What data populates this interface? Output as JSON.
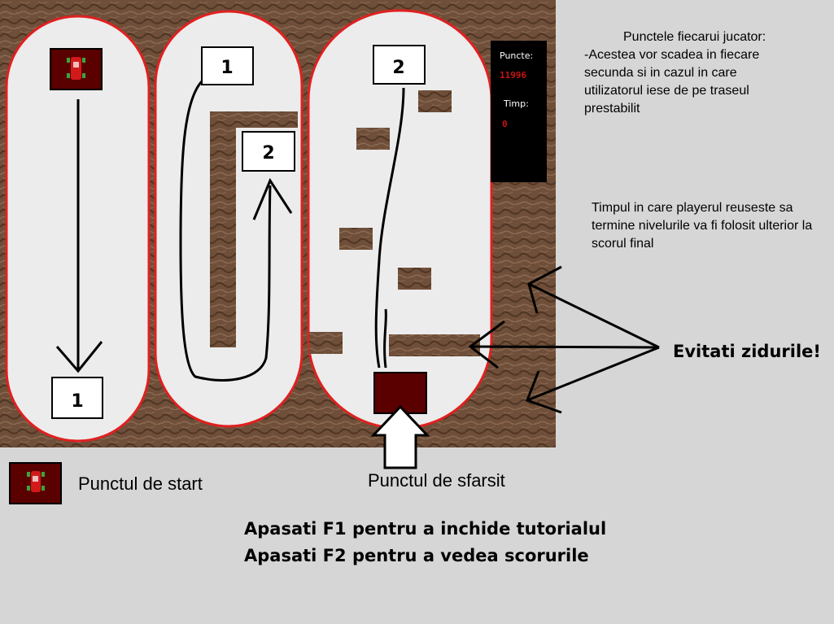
{
  "hud": {
    "points_label": "Puncte:",
    "points_value": "11996",
    "time_label": "Timp:",
    "time_value": "0"
  },
  "levels": {
    "level1": {
      "start_marker": "start",
      "end_label": "1"
    },
    "level2": {
      "start_label": "1",
      "end_label": "2"
    },
    "level3": {
      "start_label": "2"
    }
  },
  "notes": {
    "points_title": "Punctele fiecarui jucator:",
    "points_body": "-Acestea vor scadea in fiecare secunda si in cazul in care utilizatorul iese de pe traseul prestabilit",
    "time_body": "Timpul in care playerul reuseste sa termine nivelurile va fi folosit ulterior la scorul final",
    "walls_warning": "Evitati zidurile!"
  },
  "legend": {
    "start_label": "Punctul de start",
    "end_label": "Punctul de sfarsit"
  },
  "instructions": {
    "line1": "Apasati F1 pentru a inchide tutorialul",
    "line2": "Apasati F2 pentru a vedea scorurile"
  },
  "colors": {
    "dirt": "#6b4b36",
    "track": "#ececec",
    "track_border": "#e02020",
    "wall": "#6b4b36",
    "finish": "#5a0000",
    "hud_bg": "#000000",
    "hud_value": "#c81414",
    "page_bg": "#d6d6d6"
  },
  "icons": {
    "car": "car-icon",
    "start_tile": "start-tile-icon",
    "arrow": "arrow-icon"
  }
}
